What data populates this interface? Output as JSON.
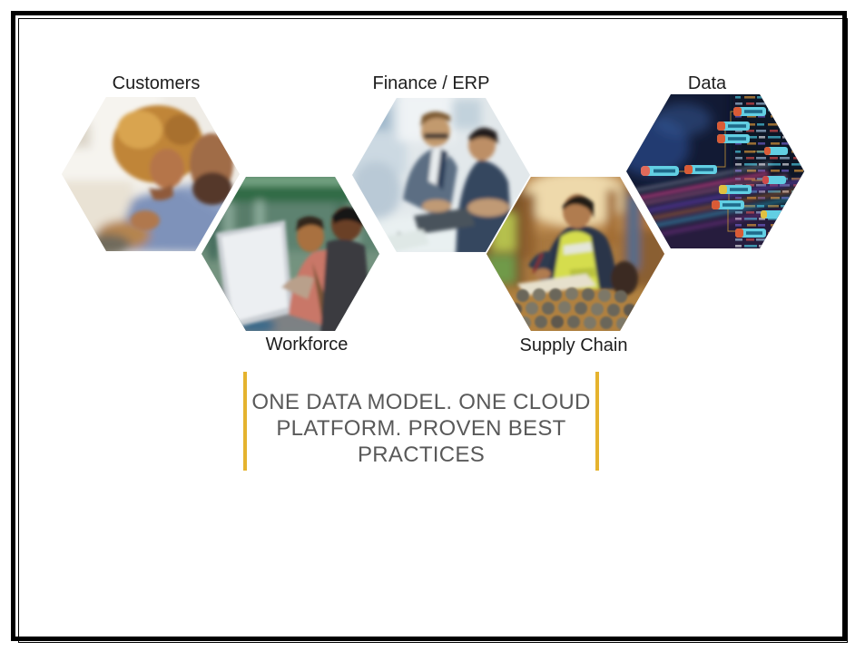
{
  "slide": {
    "background_color": "#FFFFFF",
    "frame_color": "#000000",
    "hexagons": {
      "customers": {
        "label": "Customers",
        "image": "customers-photo: woman with curly hair and man reviewing a tablet"
      },
      "finance_erp": {
        "label": "Finance / ERP",
        "image": "finance-erp-photo: two businessmen in suits reviewing documents at a desk"
      },
      "data": {
        "label": "Data",
        "image": "data-photo: dark blue tech visualization with linked data-node chips and code"
      },
      "workforce": {
        "label": "Workforce",
        "image": "workforce-photo: two workers at a monitor in an equipment room"
      },
      "supply_chain": {
        "label": "Supply Chain",
        "image": "supply-chain-photo: warehouse worker in hi-vis vest writing on a clipboard"
      }
    },
    "headline": {
      "full_text": "ONE DATA MODEL. ONE CLOUD PLATFORM. PROVEN BEST PRACTICES",
      "lines": [
        "ONE DATA MODEL. ONE CLOUD",
        "PLATFORM. PROVEN BEST",
        "PRACTICES"
      ],
      "text_color": "#595959",
      "accent_bar_color": "#E5B32E"
    }
  }
}
